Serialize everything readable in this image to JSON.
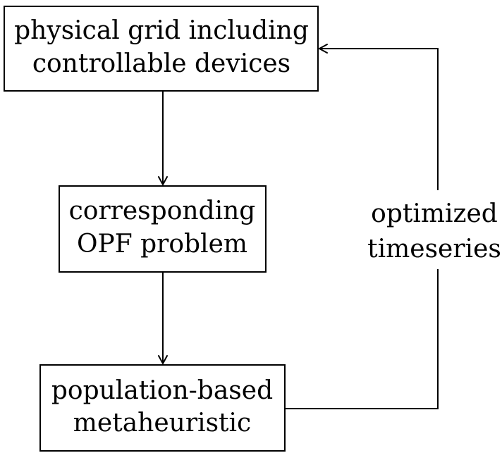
{
  "nodes": {
    "physical_grid": {
      "line1": "physical grid including",
      "line2": "controllable devices"
    },
    "opf_problem": {
      "line1": "corresponding",
      "line2": "OPF problem"
    },
    "metaheuristic": {
      "line1": "population-based",
      "line2": "metaheuristic"
    }
  },
  "edges": {
    "feedback_label": {
      "line1": "optimized",
      "line2": "timeseries"
    }
  },
  "colors": {
    "stroke": "#000000",
    "background": "#ffffff"
  }
}
